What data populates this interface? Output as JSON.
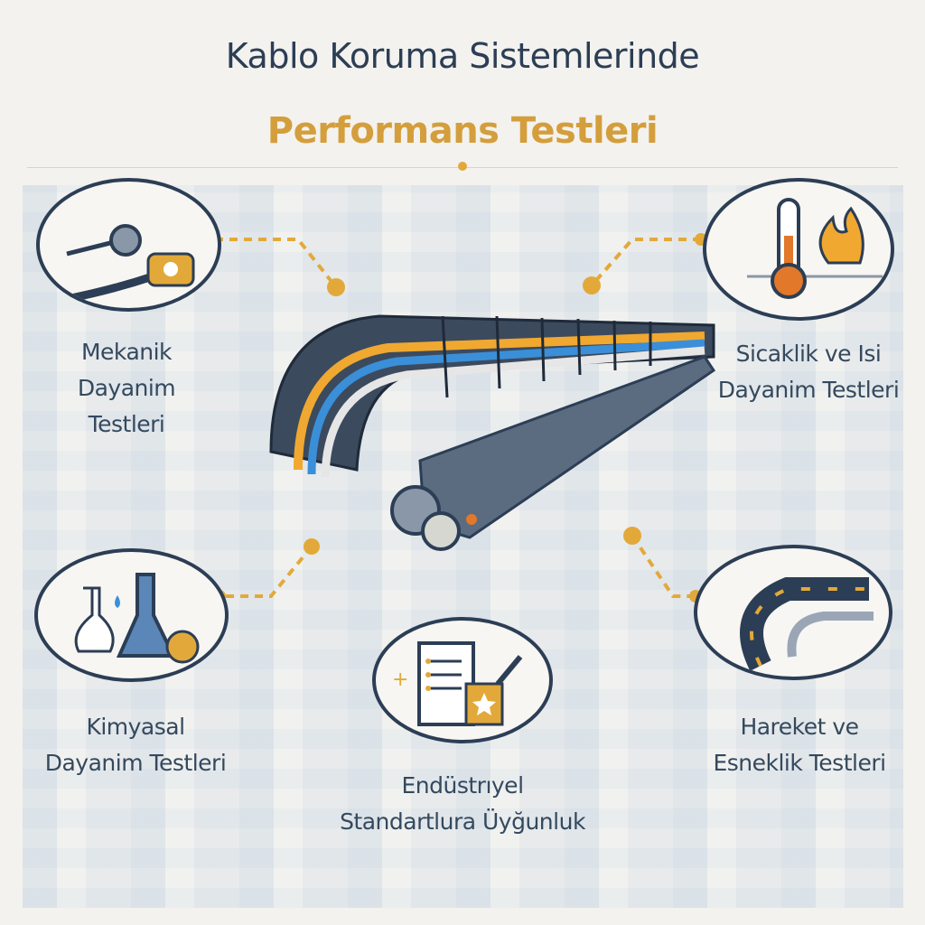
{
  "title": {
    "line1": "Kablo Koruma Sistemlerinde",
    "line2": "Performans Testleri"
  },
  "colors": {
    "navy": "#2c3e55",
    "gold": "#d49e3c",
    "blue": "#3a8fd8",
    "background": "#f3f2ee"
  },
  "sections": [
    {
      "id": "mechanical",
      "label_lines": [
        "Mekanik",
        "Dayanim",
        "Testleri"
      ],
      "icon": "mechanical-connector-icon"
    },
    {
      "id": "thermal",
      "label_lines": [
        "Sicaklik ve Isi",
        "Dayanim Testleri"
      ],
      "icon": "thermometer-flame-icon"
    },
    {
      "id": "chemical",
      "label_lines": [
        "Kimyasal",
        "Dayanim Testleri"
      ],
      "icon": "chemical-flask-icon"
    },
    {
      "id": "standards",
      "label_lines": [
        "Endüstrıyel",
        "Standartlura Üyğunluk"
      ],
      "icon": "certificate-document-icon"
    },
    {
      "id": "flex",
      "label_lines": [
        "Hareket ve",
        "Esneklik Testleri"
      ],
      "icon": "flexible-chain-icon"
    }
  ]
}
